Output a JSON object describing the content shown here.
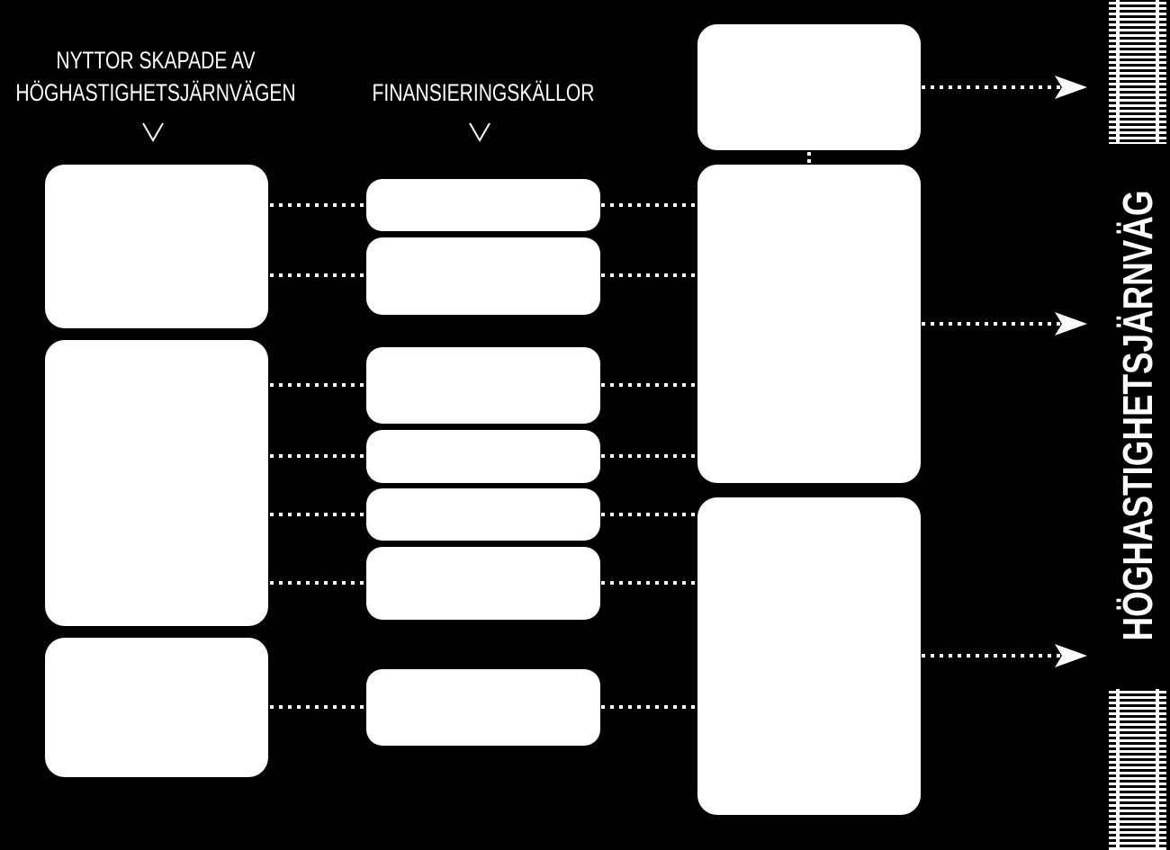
{
  "headings": {
    "benefits_line1": "NYTTOR SKAPADE AV",
    "benefits_line2": "HÖGHASTIGHETSJÄRNVÄGEN",
    "sources": "FINANSIERINGSKÄLLOR"
  },
  "vertical_title": "HÖGHASTIGHETSJÄRNVÄG",
  "colors": {
    "background": "#000000",
    "foreground": "#ffffff"
  },
  "icons": {
    "chevron": "chevron-down-icon",
    "arrow": "arrow-right-icon",
    "rail": "railway-track-icon"
  }
}
